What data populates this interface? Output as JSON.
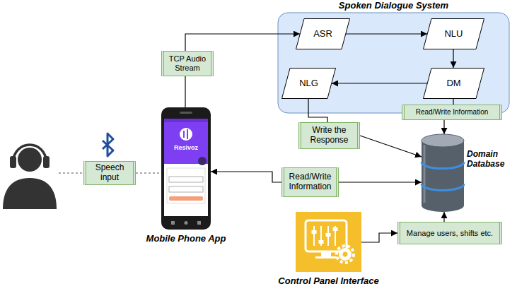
{
  "diagram": {
    "nodes": [
      {
        "text": [
          "Spoken Dialogue System"
        ]
      },
      {
        "text": [
          "ASR"
        ],
        "in": 0
      },
      {
        "text": [
          "NLU"
        ],
        "in": 0
      },
      {
        "text": [
          "NLG"
        ],
        "in": 0
      },
      {
        "text": [
          "DM"
        ],
        "in": 0
      },
      {
        "text": [
          "TCP Audio Stream"
        ]
      },
      {
        "text": [
          "Read/Write Information"
        ]
      },
      {
        "text": [
          "Write the Response"
        ]
      },
      {
        "text": [
          "Domain Database"
        ]
      },
      {
        "text": [
          "Speech input"
        ]
      },
      {
        "text": [
          "Mobile Phone App"
        ]
      },
      {
        "text": [
          "Read/Write Information"
        ]
      },
      {
        "text": [
          "Manage users, shifts etc."
        ]
      },
      {
        "text": [
          "Control Panel Interface"
        ]
      }
    ],
    "edges": [
      {
        "from": 10,
        "to": 5,
        "arrow": "none"
      },
      {
        "from": 5,
        "to": 1,
        "arrow": "to"
      },
      {
        "from": 1,
        "to": 2,
        "arrow": "to"
      },
      {
        "from": 2,
        "to": 4,
        "arrow": "to"
      },
      {
        "from": 4,
        "to": 3,
        "arrow": "to"
      },
      {
        "from": 4,
        "to": 6,
        "arrow": "none"
      },
      {
        "from": 6,
        "to": 8,
        "arrow": "to"
      },
      {
        "from": 3,
        "to": 7,
        "arrow": "none"
      },
      {
        "from": 7,
        "to": 8,
        "arrow": "to"
      },
      {
        "from": 9,
        "to": 10,
        "arrow": "none"
      },
      {
        "from": 11,
        "to": 10,
        "arrow": "to"
      },
      {
        "from": 11,
        "to": 8,
        "arrow": "to"
      },
      {
        "from": 13,
        "to": 12,
        "arrow": "to"
      },
      {
        "from": 12,
        "to": 8,
        "arrow": "to"
      }
    ],
    "labels": [
      "Resivoz"
    ]
  }
}
